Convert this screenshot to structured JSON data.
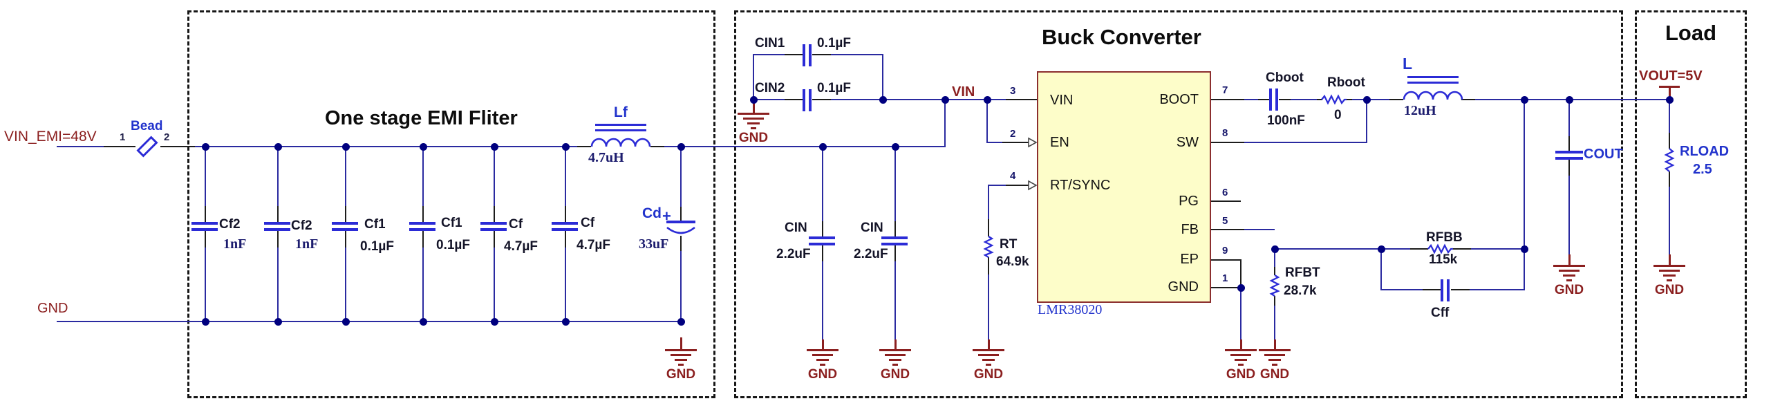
{
  "sections": {
    "emi": {
      "title": "One stage EMI Fliter"
    },
    "buck": {
      "title": "Buck Converter"
    },
    "load": {
      "title": "Load"
    }
  },
  "nets": {
    "vin_emi": "VIN_EMI=48V",
    "gnd": "GND",
    "vin": "VIN",
    "vout": "VOUT=5V"
  },
  "components": {
    "bead": {
      "name": "Bead",
      "pin1": "1",
      "pin2": "2"
    },
    "emi_caps": [
      {
        "name": "Cf2",
        "value": "1nF"
      },
      {
        "name": "Cf2",
        "value": "1nF"
      },
      {
        "name": "Cf1",
        "value": "0.1µF"
      },
      {
        "name": "Cf1",
        "value": "0.1µF"
      },
      {
        "name": "Cf",
        "value": "4.7µF"
      },
      {
        "name": "Cf",
        "value": "4.7µF"
      }
    ],
    "lf": {
      "name": "Lf",
      "value": "4.7uH"
    },
    "cd": {
      "name": "Cd",
      "plus": "+",
      "value": "33uF"
    },
    "cin1": {
      "name": "CIN1",
      "value": "0.1µF"
    },
    "cin2": {
      "name": "CIN2",
      "value": "0.1µF"
    },
    "cin_bulk": [
      {
        "name": "CIN",
        "value": "2.2uF"
      },
      {
        "name": "CIN",
        "value": "2.2uF"
      }
    ],
    "rt": {
      "name": "RT",
      "value": "64.9k"
    },
    "ic": {
      "part": "LMR38020",
      "left_pins": [
        {
          "num": "3",
          "name": "VIN"
        },
        {
          "num": "2",
          "name": "EN"
        },
        {
          "num": "4",
          "name": "RT/SYNC"
        }
      ],
      "right_pins": [
        {
          "num": "7",
          "name": "BOOT"
        },
        {
          "num": "8",
          "name": "SW"
        },
        {
          "num": "6",
          "name": "PG"
        },
        {
          "num": "5",
          "name": "FB"
        },
        {
          "num": "9",
          "name": "EP"
        },
        {
          "num": "1",
          "name": "GND"
        }
      ]
    },
    "cboot": {
      "name": "Cboot",
      "value": "100nF"
    },
    "rboot": {
      "name": "Rboot",
      "value": "0"
    },
    "l": {
      "name": "L",
      "value": "12uH"
    },
    "rfbt": {
      "name": "RFBT",
      "value": "28.7k"
    },
    "rfbb": {
      "name": "RFBB",
      "value": "115k"
    },
    "cff": {
      "name": "Cff"
    },
    "cout": {
      "name": "COUT"
    },
    "rload": {
      "name": "RLOAD",
      "value": "2.5"
    }
  },
  "colors": {
    "wire": "#2a2aa0",
    "symbol": "#2b2bd6",
    "net_label": "#8b1f1f",
    "ic_fill": "#fdfdc9",
    "ic_border": "#8b2e2e",
    "junction": "#00007f"
  }
}
